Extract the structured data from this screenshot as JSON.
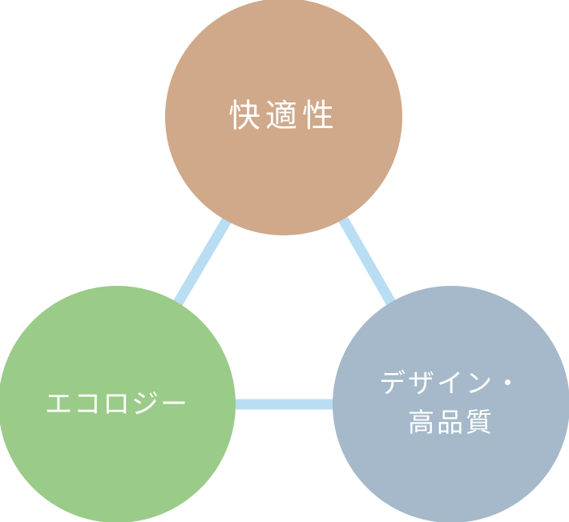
{
  "diagram": {
    "nodes": {
      "top": {
        "label": "快適性",
        "color": "#cfa98a"
      },
      "left": {
        "label": "エコロジー",
        "color": "#9acb88"
      },
      "right": {
        "label_line1": "デザイン・",
        "label_line2": "高品質",
        "color": "#a5b9ca"
      }
    },
    "connector_color": "#b9def4"
  }
}
